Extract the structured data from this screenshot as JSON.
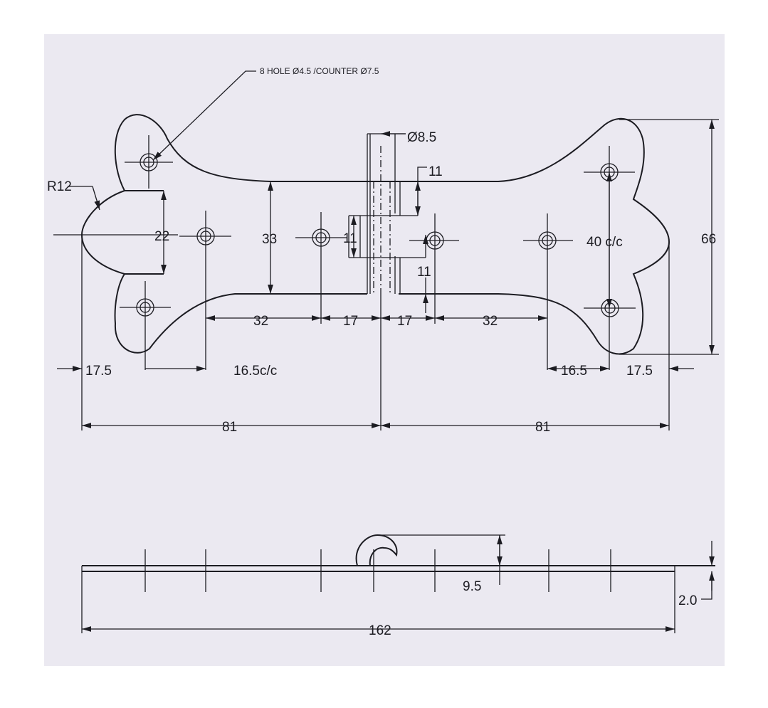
{
  "drawing": {
    "hole_note": "8 HOLE Ø4.5 /COUNTER Ø7.5",
    "pin_diameter": "Ø8.5",
    "radius": "R12",
    "dims": {
      "knuckle_top": "11",
      "knuckle_mid": "11",
      "knuckle_bottom": "11",
      "notch": "22",
      "waist": "33",
      "hole_spacing_right": "40 c/c",
      "overall_height": "66",
      "left_32": "32",
      "left_17": "17",
      "right_17": "17",
      "right_32": "32",
      "left_edge": "17.5",
      "left_cc": "16.5c/c",
      "right_cc": "16.5",
      "right_edge": "17.5",
      "half_left": "81",
      "half_right": "81",
      "knuckle_height": "9.5",
      "thickness": "2.0",
      "overall_length": "162"
    }
  }
}
